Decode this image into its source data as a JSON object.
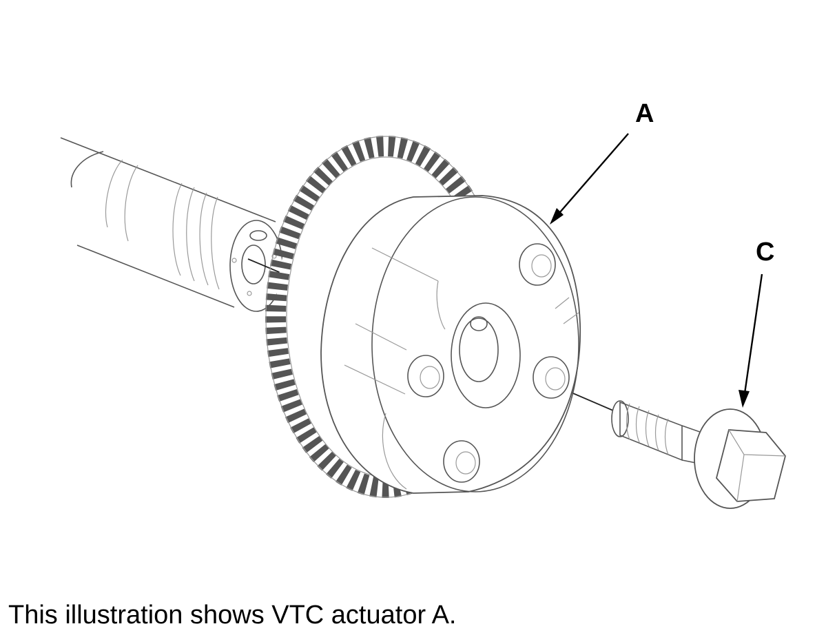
{
  "labels": {
    "a": "A",
    "c": "C"
  },
  "caption": "This illustration shows VTC actuator A."
}
